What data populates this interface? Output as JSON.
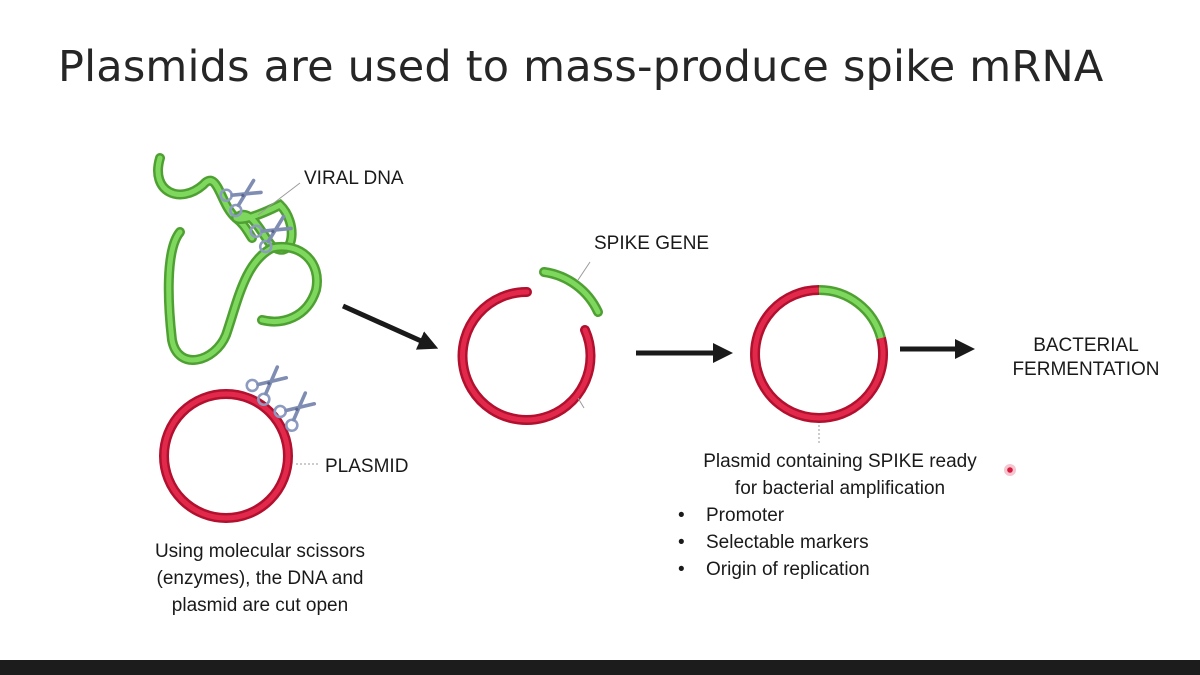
{
  "slide": {
    "title": "Plasmids are used to mass-produce spike mRNA"
  },
  "labels": {
    "viral_dna": "VIRAL DNA",
    "plasmid": "PLASMID",
    "spike_gene": "SPIKE GENE",
    "bacterial_fermentation_line1": "BACTERIAL",
    "bacterial_fermentation_line2": "FERMENTATION"
  },
  "captions": {
    "cut_line1": "Using molecular scissors",
    "cut_line2": "(enzymes), the DNA and",
    "cut_line3": "plasmid are cut open",
    "ready_line1": "Plasmid containing SPIKE ready",
    "ready_line2": "for bacterial amplification"
  },
  "features": [
    "Promoter",
    "Selectable markers",
    "Origin of replication"
  ],
  "colors": {
    "viral_dna": "#6cc24a",
    "plasmid": "#d6173a",
    "arrow": "#1a1a1a",
    "scissors": "#8c9bbf"
  }
}
